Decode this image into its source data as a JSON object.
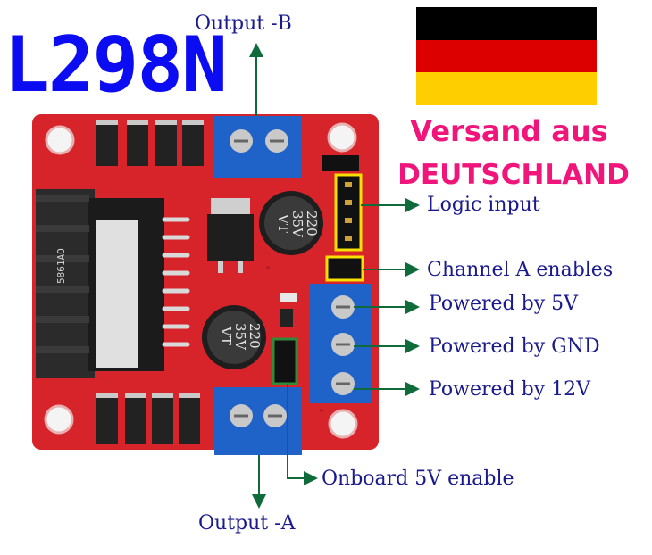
{
  "title": "L298N",
  "shipping": {
    "line1": "Versand aus",
    "line2": "DEUTSCHLAND"
  },
  "labels": {
    "output_b": "Output -B",
    "output_a": "Output -A",
    "logic_input": "Logic input",
    "channel_a": "Channel A enables",
    "powered_5v": "Powered by 5V",
    "powered_gnd": "Powered by GND",
    "powered_12v": "Powered by 12V",
    "onboard_5v": "Onboard 5V enable"
  },
  "capacitor": {
    "line1": "220",
    "line2": "35V",
    "line3": "VT"
  },
  "chip_marking": "5861AO",
  "colors": {
    "title": "#0c0cf2",
    "ship": "#f0157a",
    "board": "#d6242a",
    "terminal": "#1f62c8",
    "label": "#1a1a8c",
    "arrow": "#0f6b3a",
    "flag_black": "#000000",
    "flag_red": "#dd0000",
    "flag_gold": "#ffce00"
  }
}
